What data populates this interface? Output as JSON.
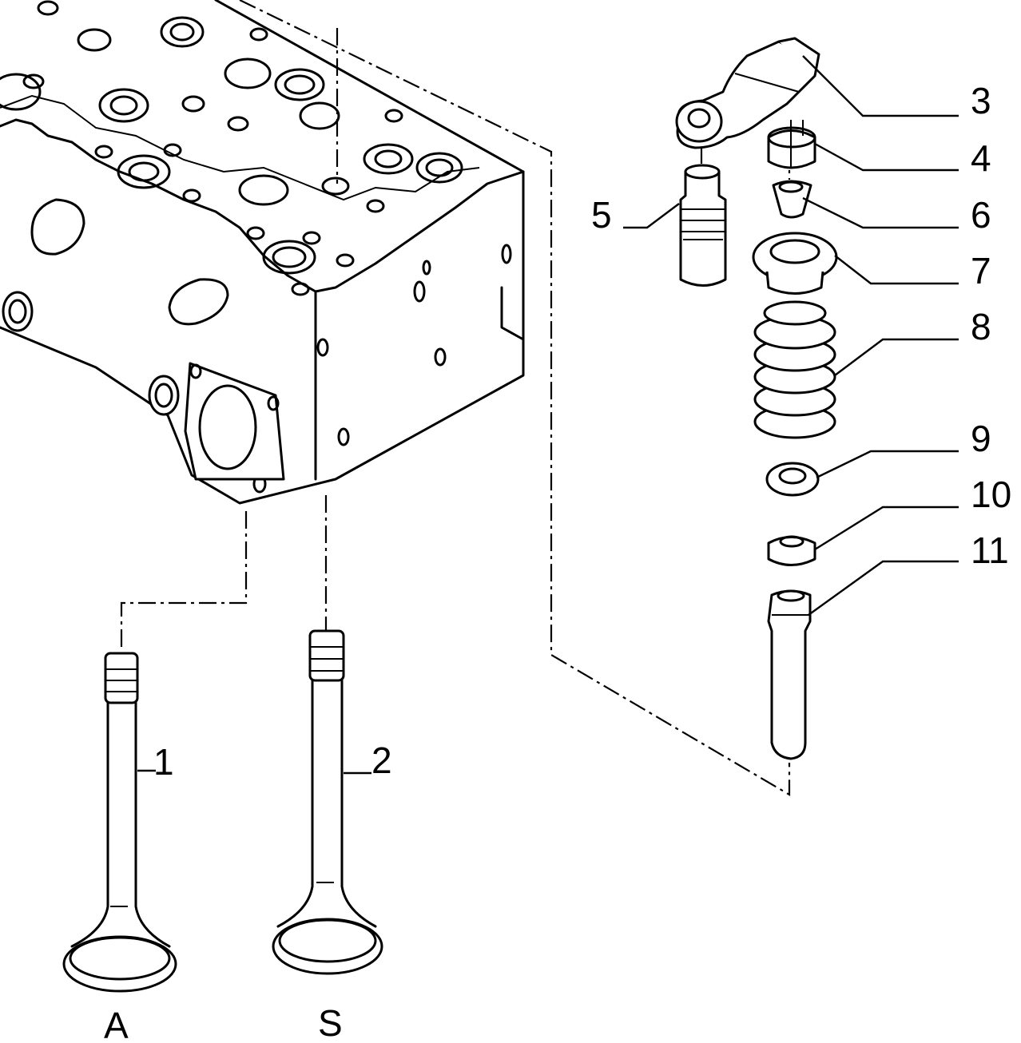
{
  "callouts": {
    "c1": "1",
    "c2": "2",
    "c3": "3",
    "c4": "4",
    "c5": "5",
    "c6": "6",
    "c7": "7",
    "c8": "8",
    "c9": "9",
    "c10": "10",
    "c11": "11"
  },
  "valve_letters": {
    "intake": "A",
    "exhaust": "S"
  },
  "colors": {
    "line": "#000000",
    "background": "#ffffff"
  }
}
